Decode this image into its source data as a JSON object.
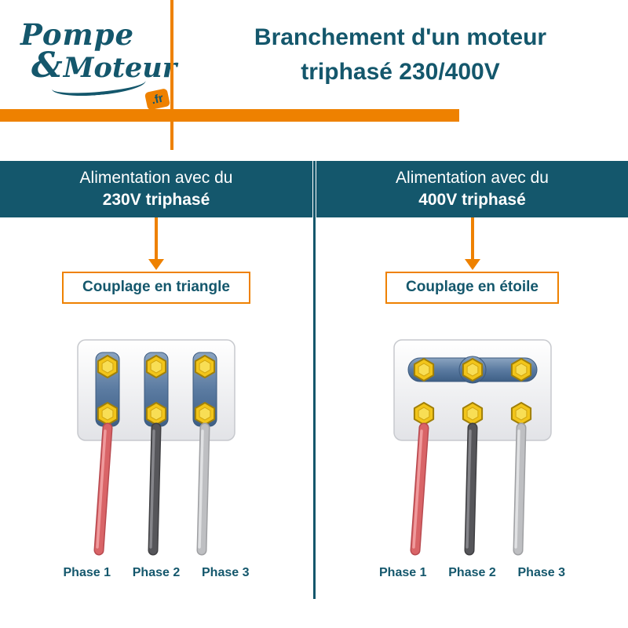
{
  "brand": {
    "name_top": "Pompe",
    "ampersand": "&",
    "name_bottom": "Moteur",
    "tld": ".fr"
  },
  "title": {
    "line1": "Branchement d'un moteur",
    "line2": "triphasé 230/400V"
  },
  "colors": {
    "teal": "#14576c",
    "orange": "#ee8100",
    "wire_red": "#d96467",
    "wire_dark_gray": "#56565a",
    "wire_light_gray": "#bebfc2",
    "nut_yellow": "#f2c51a",
    "steel_blue": "#5b7ba1"
  },
  "columns": [
    {
      "header_line1": "Alimentation avec du",
      "header_line2": "230V triphasé",
      "coupling_label": "Couplage en triangle",
      "coupling_type": "triangle",
      "phases": [
        "Phase 1",
        "Phase 2",
        "Phase 3"
      ]
    },
    {
      "header_line1": "Alimentation avec du",
      "header_line2": "400V triphasé",
      "coupling_label": "Couplage en étoile",
      "coupling_type": "etoile",
      "phases": [
        "Phase 1",
        "Phase 2",
        "Phase 3"
      ]
    }
  ]
}
